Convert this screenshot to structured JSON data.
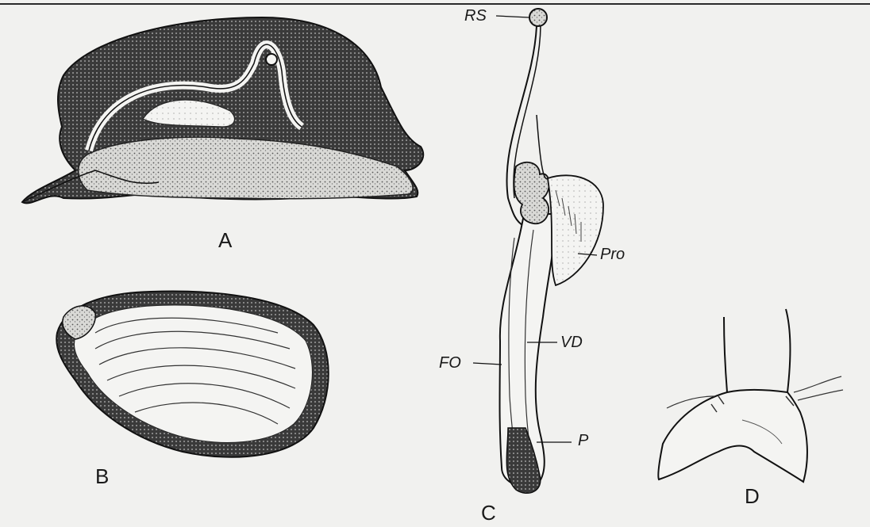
{
  "figure_labels": {
    "a": "A",
    "b": "B",
    "c": "C",
    "d": "D"
  },
  "part_labels": {
    "rs": "RS",
    "pro": "Pro",
    "fo": "FO",
    "vd": "VD",
    "p": "P"
  },
  "colors": {
    "ink": "#1a1a1a",
    "paper": "#f1f1ef"
  }
}
